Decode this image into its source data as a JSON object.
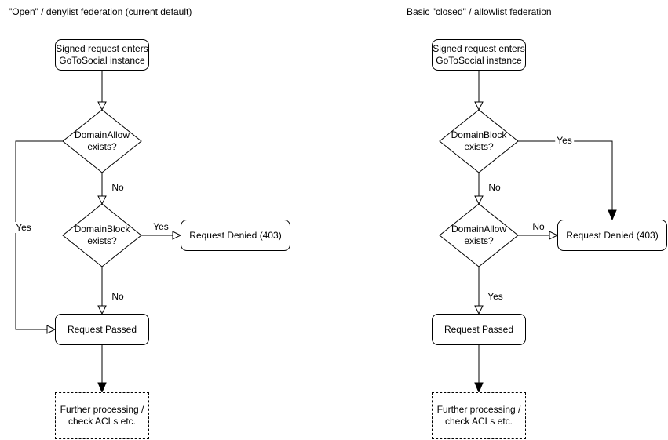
{
  "colors": {
    "stroke": "#000000",
    "background": "#ffffff",
    "text": "#000000"
  },
  "left_chart": {
    "title": "\"Open\" / denylist federation (current default)",
    "nodes": {
      "start": "Signed request enters\nGoToSocial instance",
      "decision_allow": "DomainAllow\nexists?",
      "decision_block": "DomainBlock\nexists?",
      "denied": "Request Denied (403)",
      "passed": "Request Passed",
      "further": "Further processing /\ncheck ACLs etc."
    },
    "edge_labels": {
      "allow_yes": "Yes",
      "allow_no": "No",
      "block_yes": "Yes",
      "block_no": "No"
    }
  },
  "right_chart": {
    "title": "Basic \"closed\" / allowlist federation",
    "nodes": {
      "start": "Signed request enters\nGoToSocial instance",
      "decision_block": "DomainBlock\nexists?",
      "decision_allow": "DomainAllow\nexists?",
      "denied": "Request Denied (403)",
      "passed": "Request Passed",
      "further": "Further processing /\ncheck ACLs etc."
    },
    "edge_labels": {
      "block_yes": "Yes",
      "block_no": "No",
      "allow_no": "No",
      "allow_yes": "Yes"
    }
  }
}
